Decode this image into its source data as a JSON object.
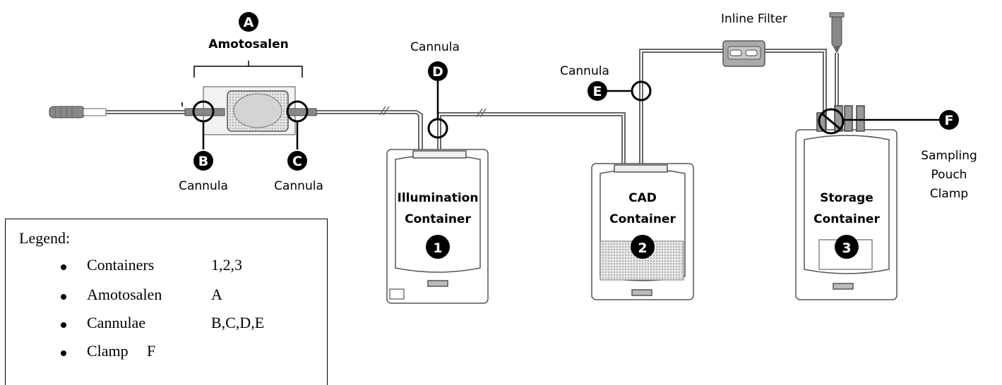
{
  "labels": {
    "amotosalen": "Amotosalen",
    "inline_filter": "Inline Filter",
    "cannula_b": "Cannula",
    "cannula_c": "Cannula",
    "cannula_d": "Cannula",
    "cannula_e": "Cannula",
    "sampling_line1": "Sampling",
    "sampling_line2": "Pouch",
    "sampling_line3": "Clamp"
  },
  "badges": {
    "a": "A",
    "b": "B",
    "c": "C",
    "d": "D",
    "e": "E",
    "f": "F"
  },
  "containers": [
    {
      "line1": "Illumination",
      "line2": "Container",
      "number": "1"
    },
    {
      "line1": "CAD",
      "line2": "Container",
      "number": "2"
    },
    {
      "line1": "Storage",
      "line2": "Container",
      "number": "3"
    }
  ],
  "legend": {
    "title": "Legend:",
    "rows": [
      {
        "item": "Containers",
        "value": "1,2,3"
      },
      {
        "item": "Amotosalen",
        "value": "A"
      },
      {
        "item": "Cannulae",
        "value": "B,C,D,E"
      },
      {
        "item": "Clamp",
        "value": "F"
      }
    ]
  },
  "colors": {
    "stroke": "#555555",
    "badge": "#000000",
    "filter": "#aaaaaa"
  }
}
